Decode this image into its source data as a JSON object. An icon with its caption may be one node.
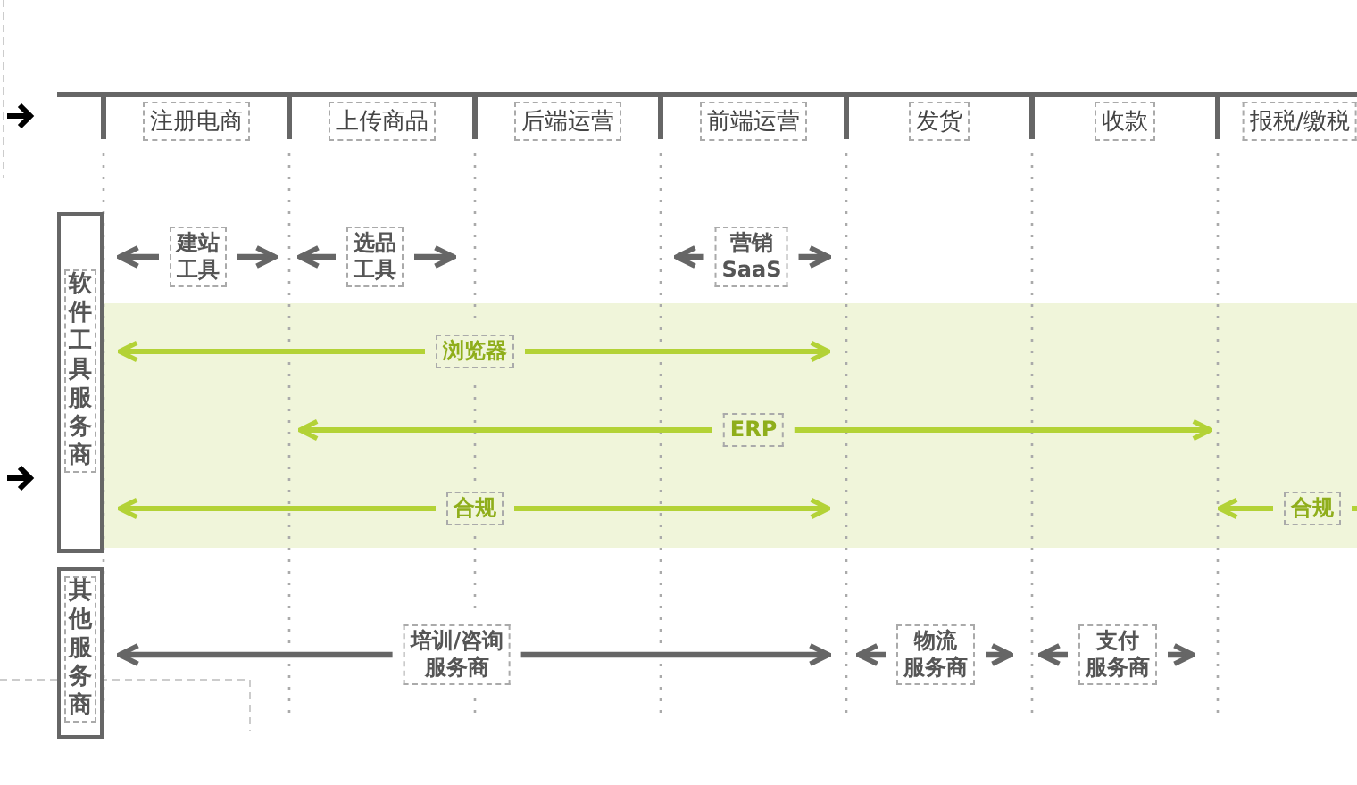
{
  "diagram": {
    "nodes": [
      {
        "text": [
          "注册电商"
        ]
      },
      {
        "text": [
          "上传商品"
        ]
      },
      {
        "text": [
          "后端运营"
        ]
      },
      {
        "text": [
          "前端运营"
        ]
      },
      {
        "text": [
          "发货"
        ]
      },
      {
        "text": [
          "收款"
        ]
      },
      {
        "text": [
          "报税/缴税"
        ]
      },
      {
        "text": [
          "软件工具服务商"
        ]
      },
      {
        "text": [
          "其他服务商"
        ]
      }
    ],
    "labels": [
      "建站工具",
      "选品工具",
      "营销SaaS",
      "浏览器",
      "ERP",
      "合规",
      "合规",
      "培训/咨询服务商",
      "物流服务商",
      "支付服务商"
    ]
  }
}
